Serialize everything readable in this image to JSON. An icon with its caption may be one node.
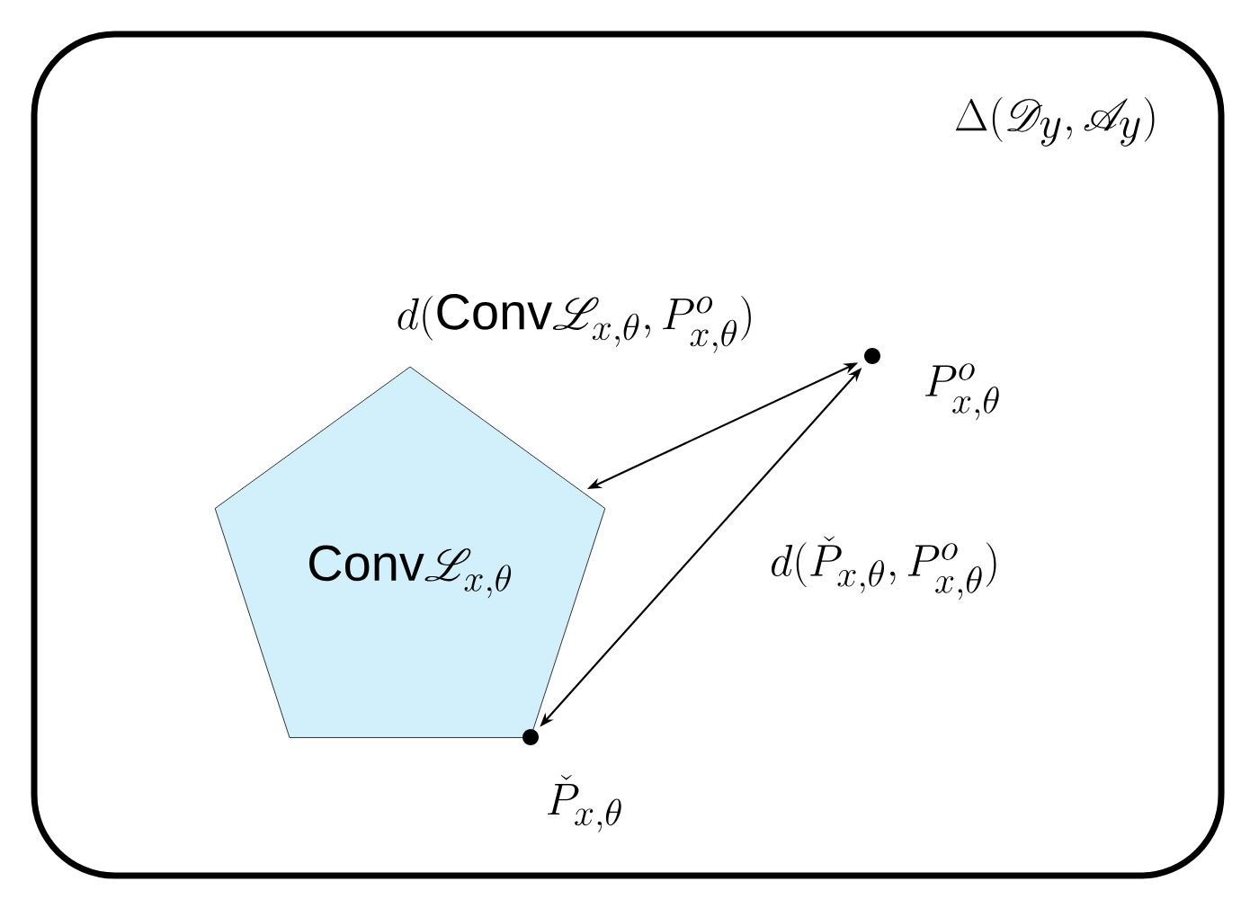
{
  "diagram": {
    "nodes": [
      {
        "text": [
          "\\Delta(\\mathscr{D}_y, \\mathscr{A}_y)"
        ]
      },
      {
        "text": [
          "\\text{Conv}\\mathscr{L}_{x,\\theta}"
        ],
        "in": 0
      },
      {
        "text": [],
        "shape": "circle",
        "beside": [
          "P^o_{x,\\theta}"
        ],
        "in": 0
      },
      {
        "text": [],
        "shape": "circle",
        "beside": [
          "\\check{P}_{x,\\theta}"
        ],
        "in": 0
      }
    ],
    "edges": [
      {
        "from": 1,
        "to": 2,
        "arrow": "both",
        "label": "d(\\text{Conv}\\mathscr{L}_{x,\\theta}, P^o_{x,\\theta})"
      },
      {
        "from": 3,
        "to": 2,
        "arrow": "both",
        "label": "d(\\check{P}_{x,\\theta}, P^o_{x,\\theta})"
      }
    ]
  }
}
